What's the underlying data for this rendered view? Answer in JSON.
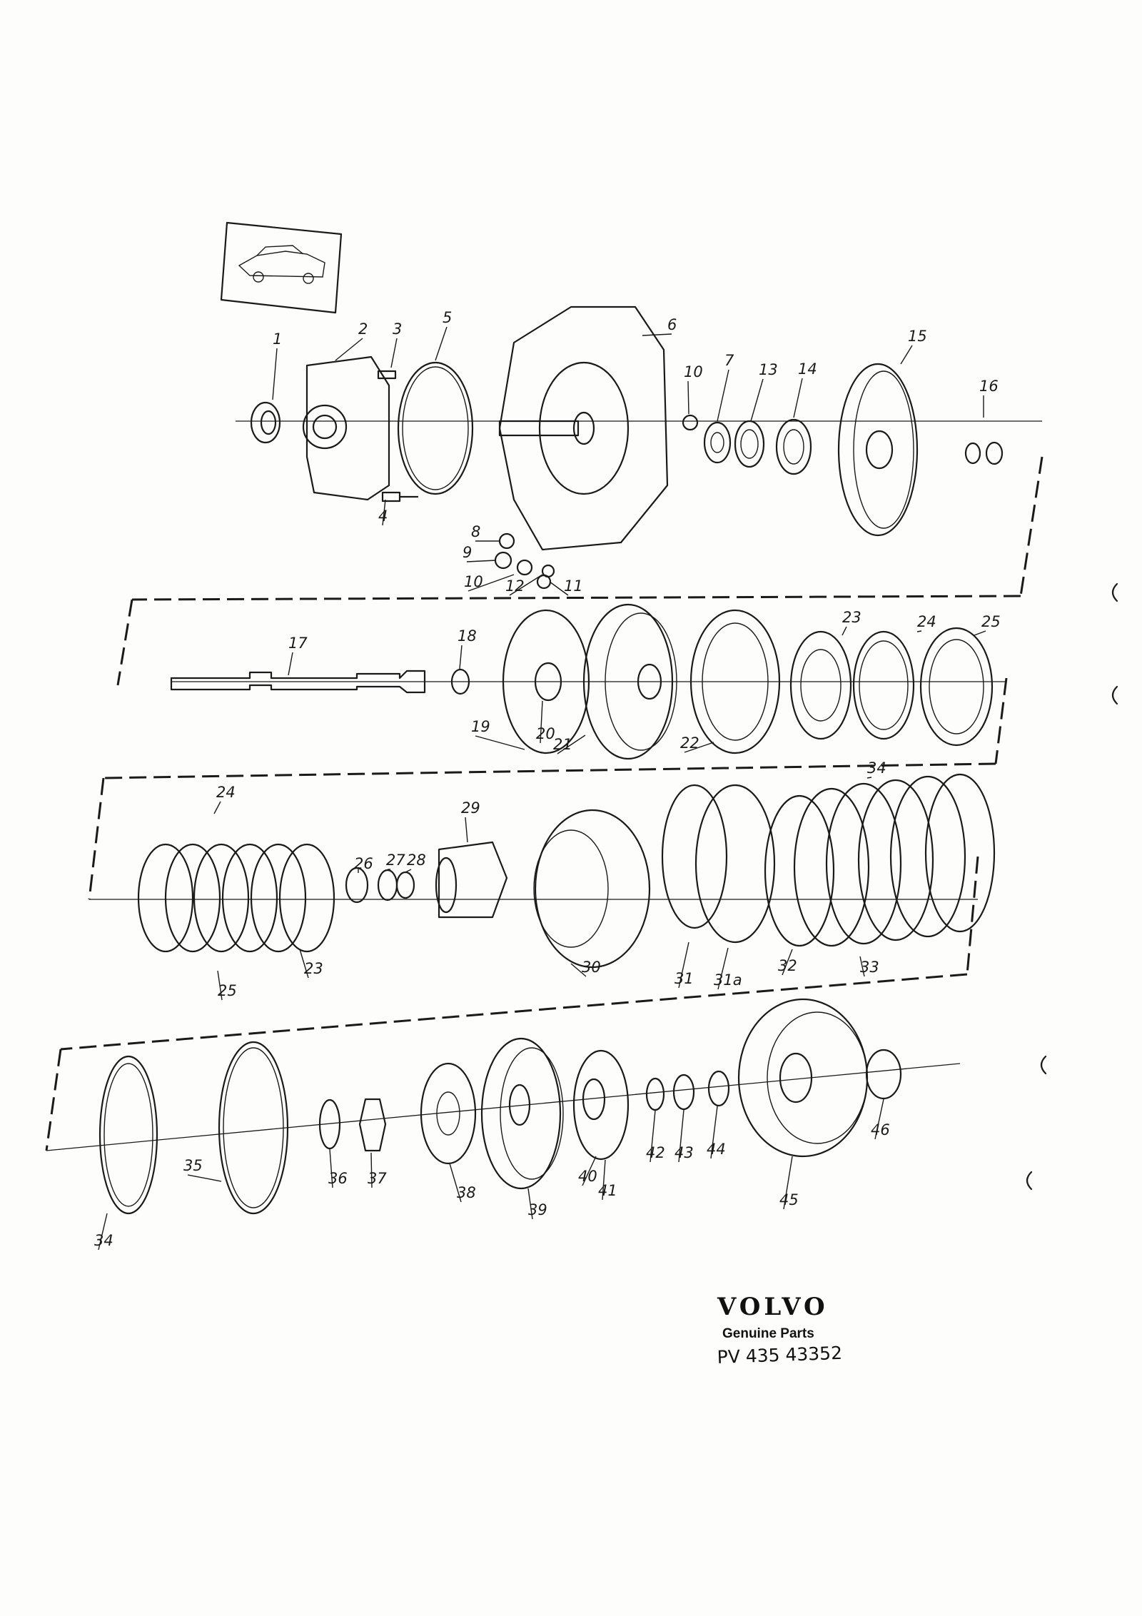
{
  "diagram": {
    "part_numbers": [
      "1",
      "2",
      "3",
      "4",
      "5",
      "6",
      "7",
      "8",
      "9",
      "10",
      "10",
      "11",
      "12",
      "13",
      "14",
      "15",
      "16",
      "17",
      "18",
      "19",
      "20",
      "21",
      "22",
      "23",
      "24",
      "25",
      "24",
      "26",
      "27",
      "28",
      "29",
      "23",
      "25",
      "30",
      "31",
      "31a",
      "32",
      "33",
      "34",
      "34",
      "35",
      "36",
      "37",
      "38",
      "39",
      "40",
      "41",
      "42",
      "43",
      "44",
      "45",
      "46"
    ]
  },
  "footer": {
    "brand": "VOLVO",
    "subtitle": "Genuine Parts",
    "doc_number": "PV 435  43352"
  },
  "colors": {
    "ink": "#1a1a1a",
    "paper": "#fdfdfc"
  }
}
